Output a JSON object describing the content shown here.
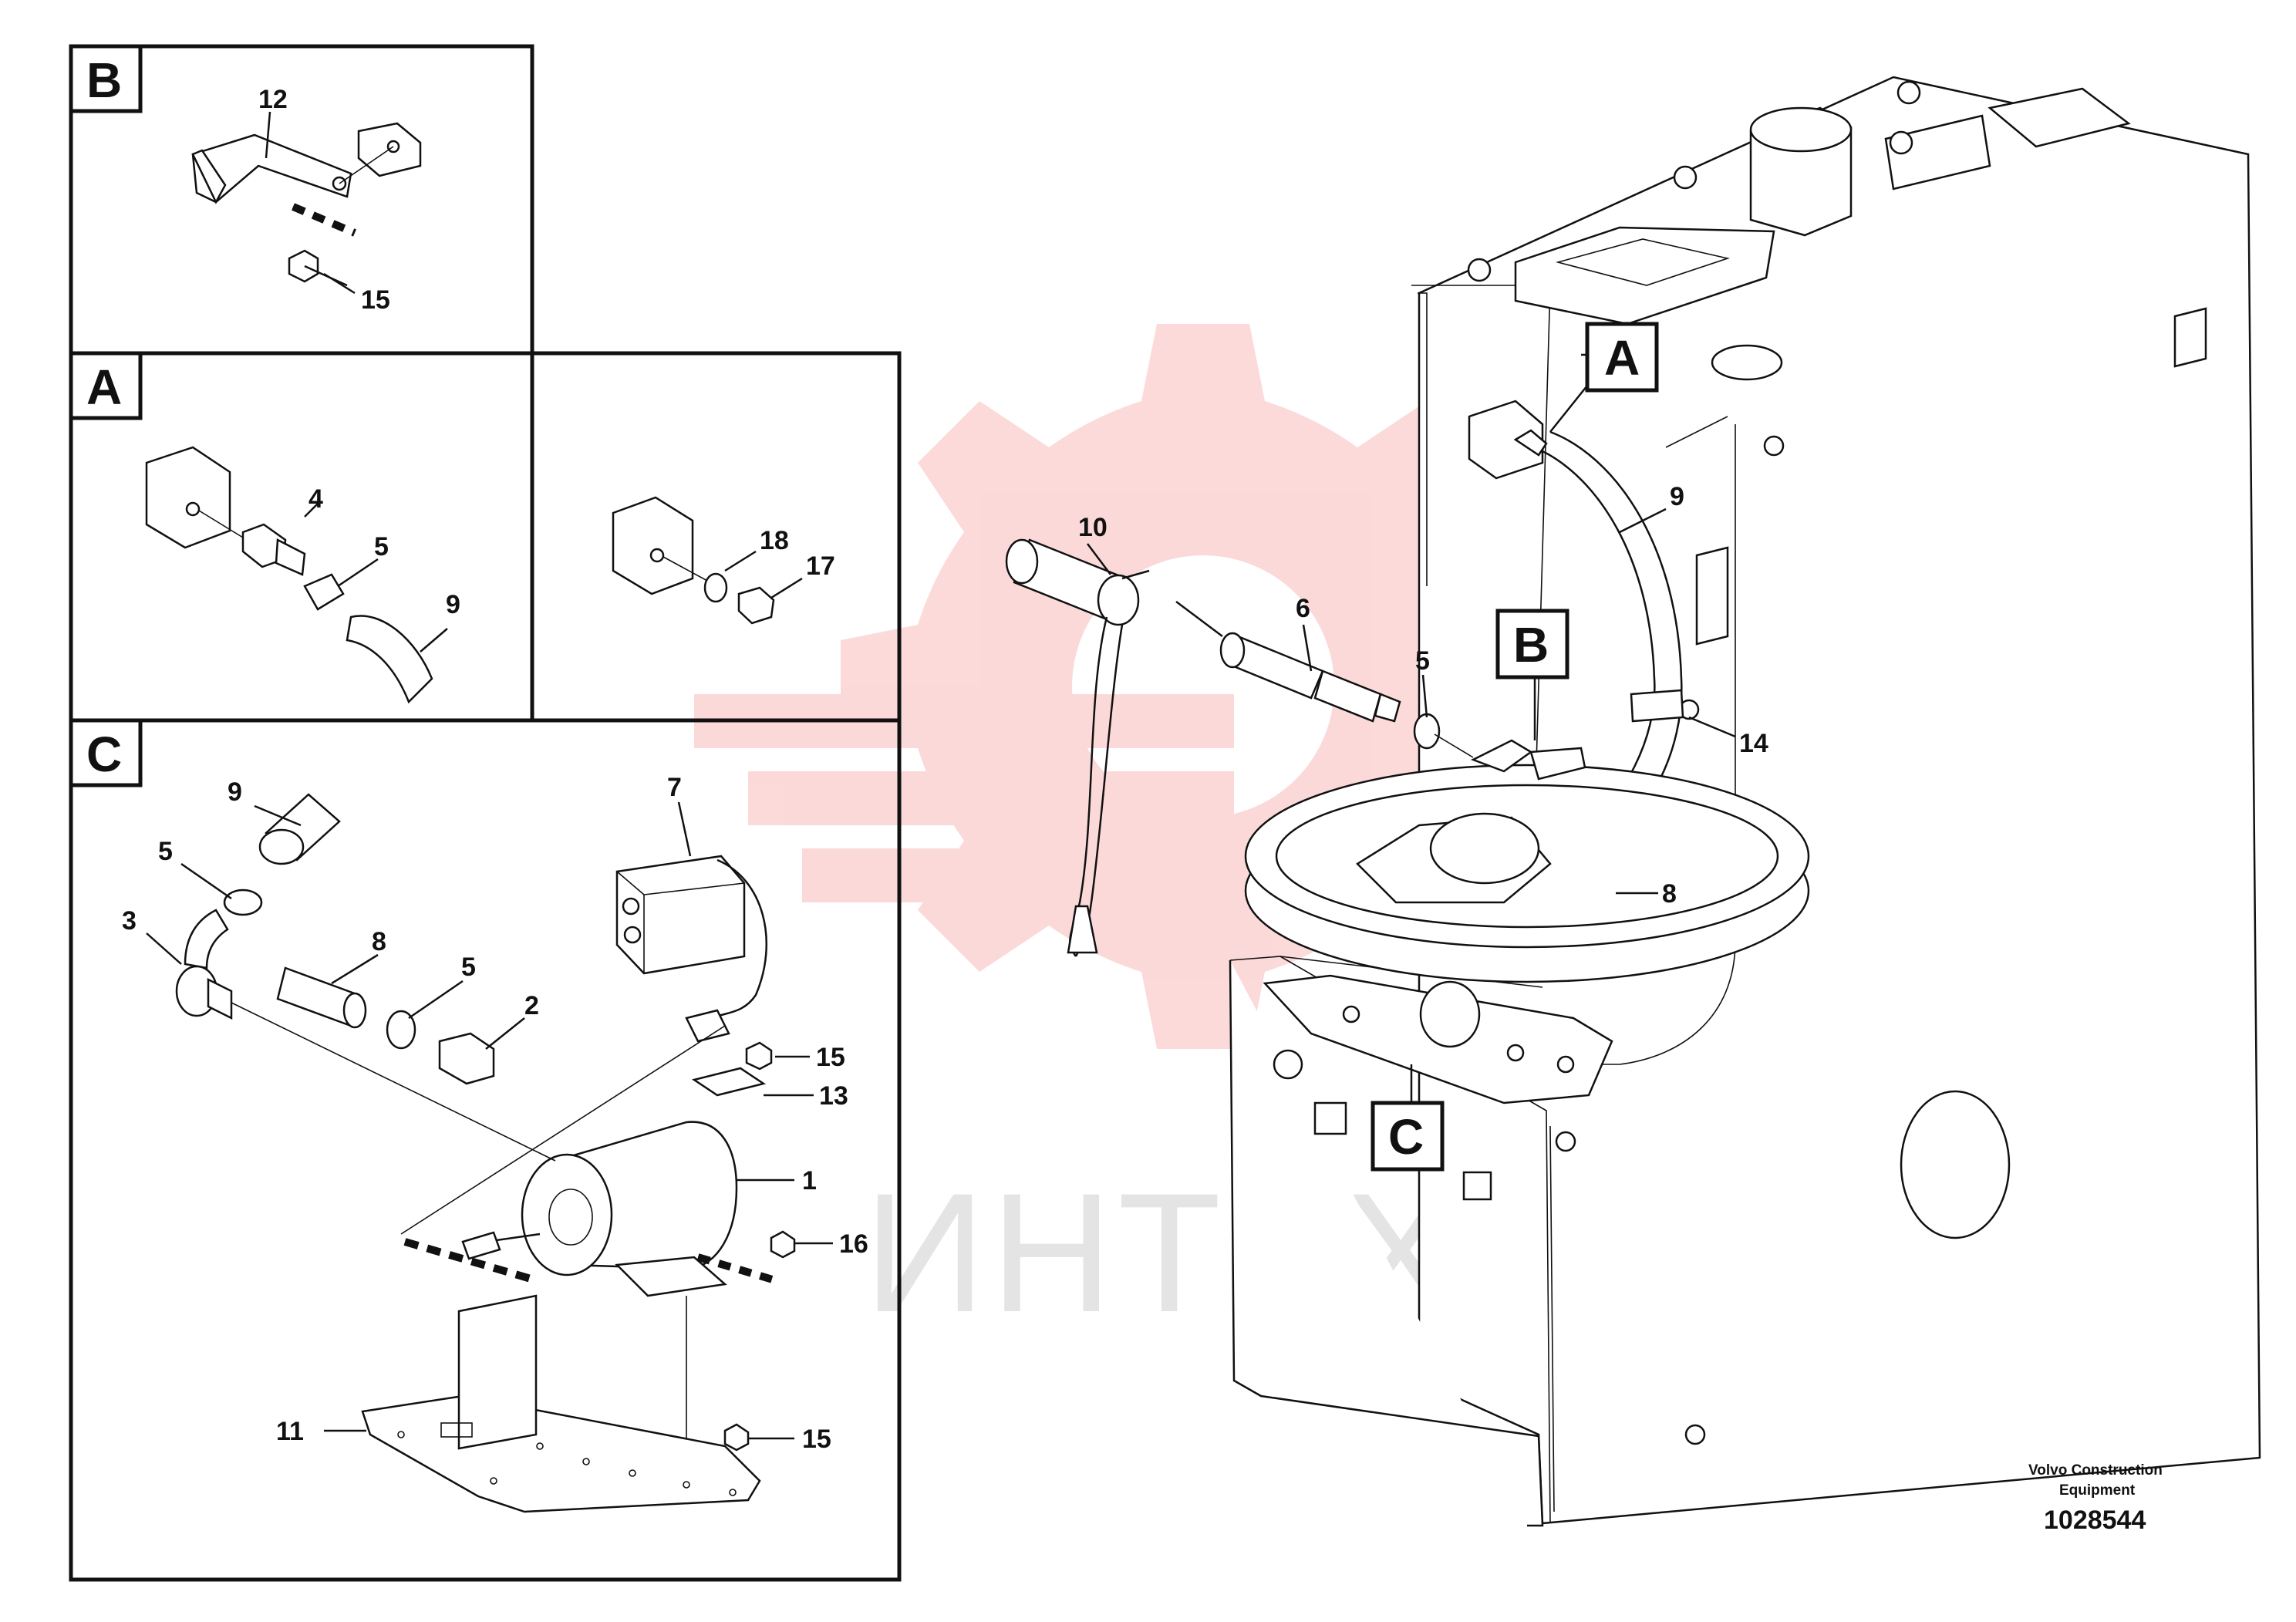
{
  "watermark": {
    "text": "ИНТЕХ",
    "gear_color": "#f26b6b"
  },
  "sections": {
    "B": "B",
    "A": "A",
    "C": "C"
  },
  "callouts": {
    "A": "A",
    "B": "B",
    "C": "C"
  },
  "labels": {
    "p12": "12",
    "p15a": "15",
    "p4": "4",
    "p5a": "5",
    "p9a": "9",
    "p18": "18",
    "p17": "17",
    "p9b": "9",
    "p5b": "5",
    "p3": "3",
    "p8a": "8",
    "p5c": "5",
    "p2": "2",
    "p7": "7",
    "p15b": "15",
    "p13": "13",
    "p1": "1",
    "p16": "16",
    "p11": "11",
    "p15c": "15",
    "p10": "10",
    "p6": "6",
    "p5d": "5",
    "p9c": "9",
    "p14": "14",
    "p8b": "8"
  },
  "credit": {
    "line1": "Volvo Construction",
    "line2": "Equipment",
    "number": "1028544"
  }
}
